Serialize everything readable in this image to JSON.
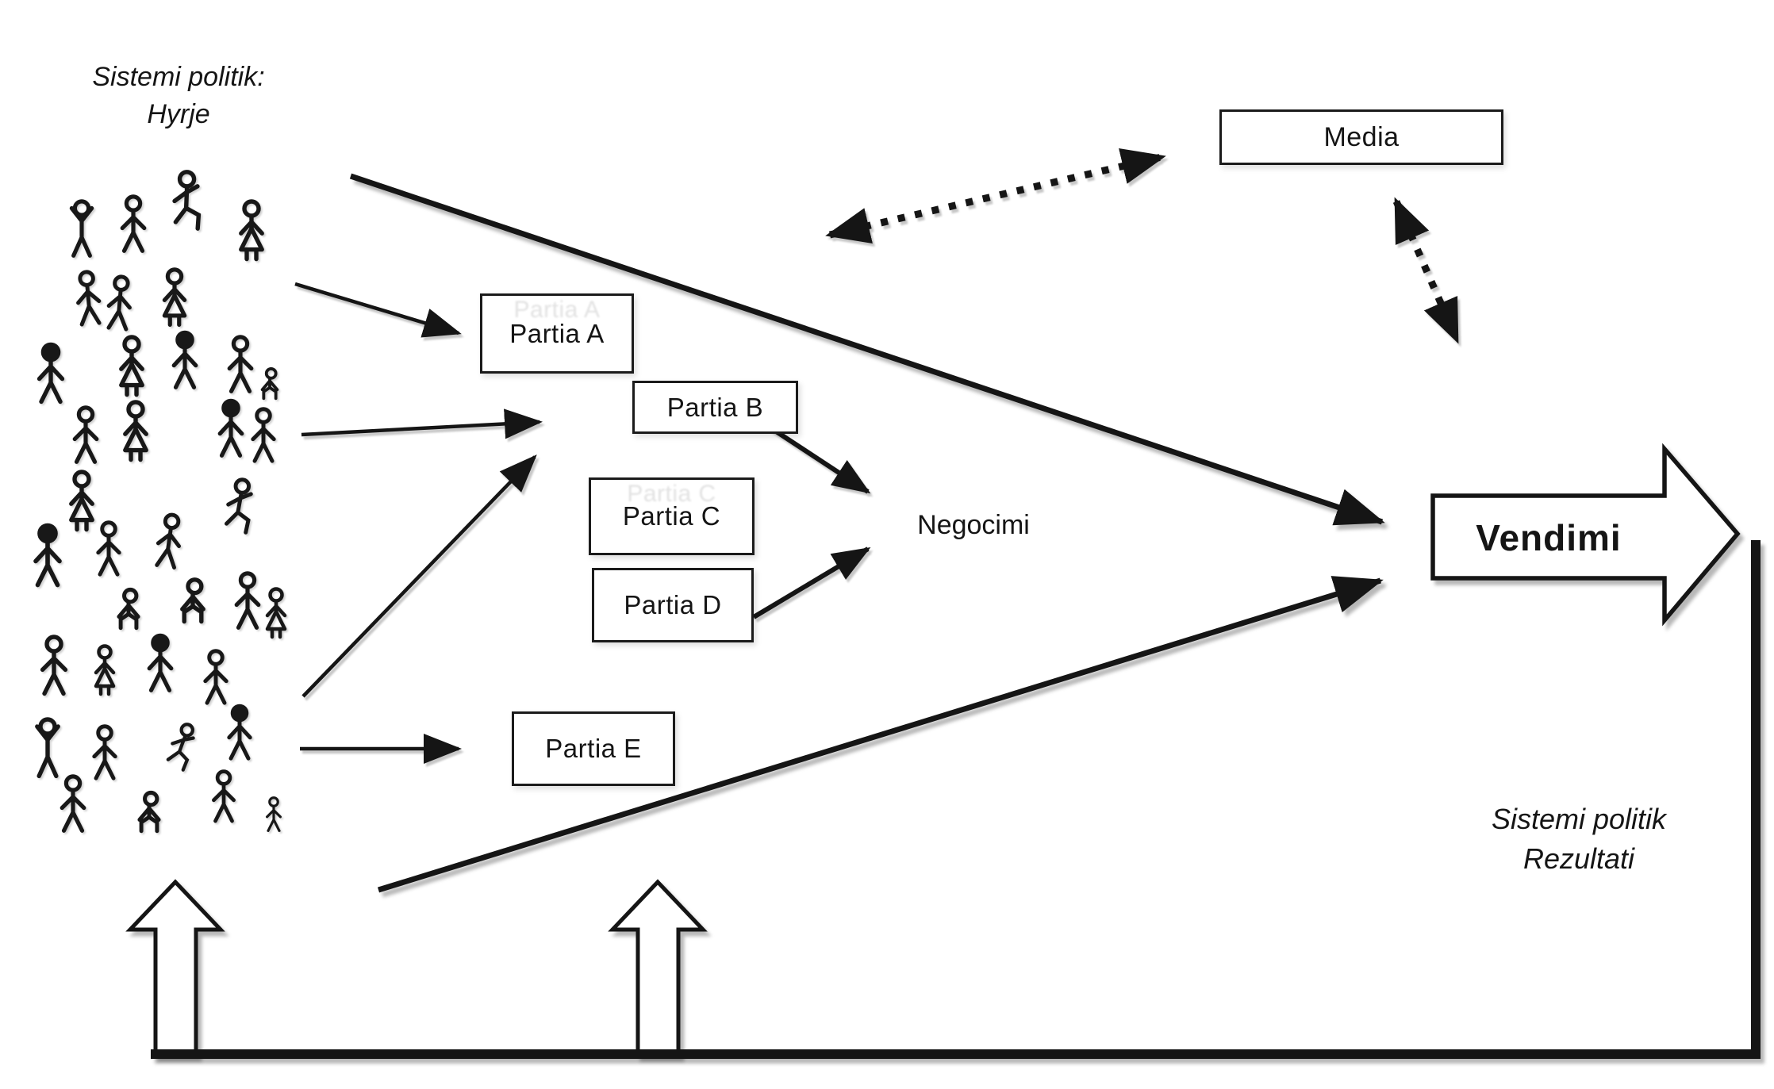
{
  "diagram": {
    "input_label": {
      "line1": "Sistemi politik:",
      "line2": "Hyrje"
    },
    "output_label": {
      "line1": "Sistemi politik",
      "line2": "Rezultati"
    },
    "media_label": "Media",
    "negotiation_label": "Negocimi",
    "decision_label": "Vendimi",
    "parties": [
      {
        "label": "Partia A"
      },
      {
        "label": "Partia B"
      },
      {
        "label": "Partia C"
      },
      {
        "label": "Partia D"
      },
      {
        "label": "Partia E"
      }
    ],
    "colors": {
      "ink": "#151515",
      "box_border": "#1b1b1b",
      "background": "#ffffff",
      "shadow": "#c4c4c4"
    }
  }
}
